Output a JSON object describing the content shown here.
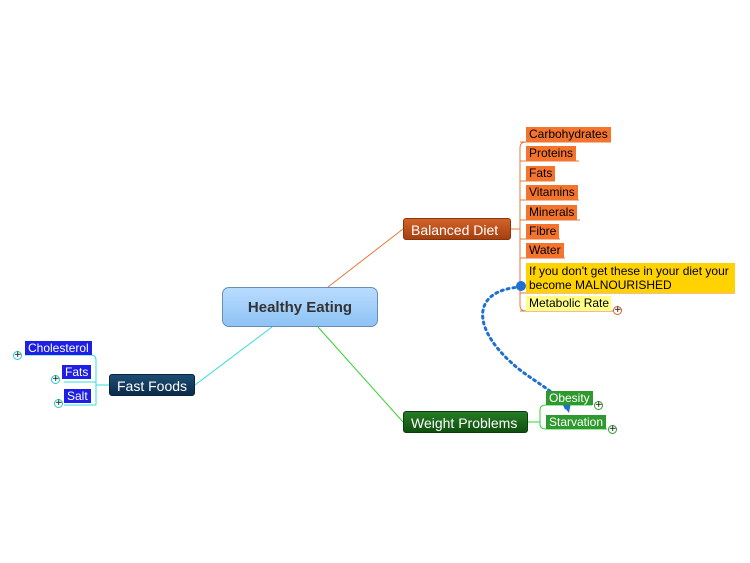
{
  "central": "Healthy Eating",
  "balanced_diet": {
    "label": "Balanced Diet",
    "items": [
      "Carbohydrates",
      "Proteins",
      "Fats",
      "Vitamins",
      "Minerals",
      "Fibre",
      "Water"
    ],
    "note": "If you don't get these in your diet your become MALNOURISHED",
    "metabolic": "Metabolic Rate"
  },
  "weight_problems": {
    "label": "Weight Problems",
    "items": [
      "Obesity",
      "Starvation"
    ]
  },
  "fast_foods": {
    "label": "Fast Foods",
    "items": [
      "Cholesterol",
      "Fats",
      "Salt"
    ]
  },
  "toggle_symbol": "+",
  "colors": {
    "balanced_branch": "#e07a3a",
    "weight_branch": "#35d235",
    "fast_branch": "#33dddd",
    "relation_link": "#1f6fd1"
  }
}
